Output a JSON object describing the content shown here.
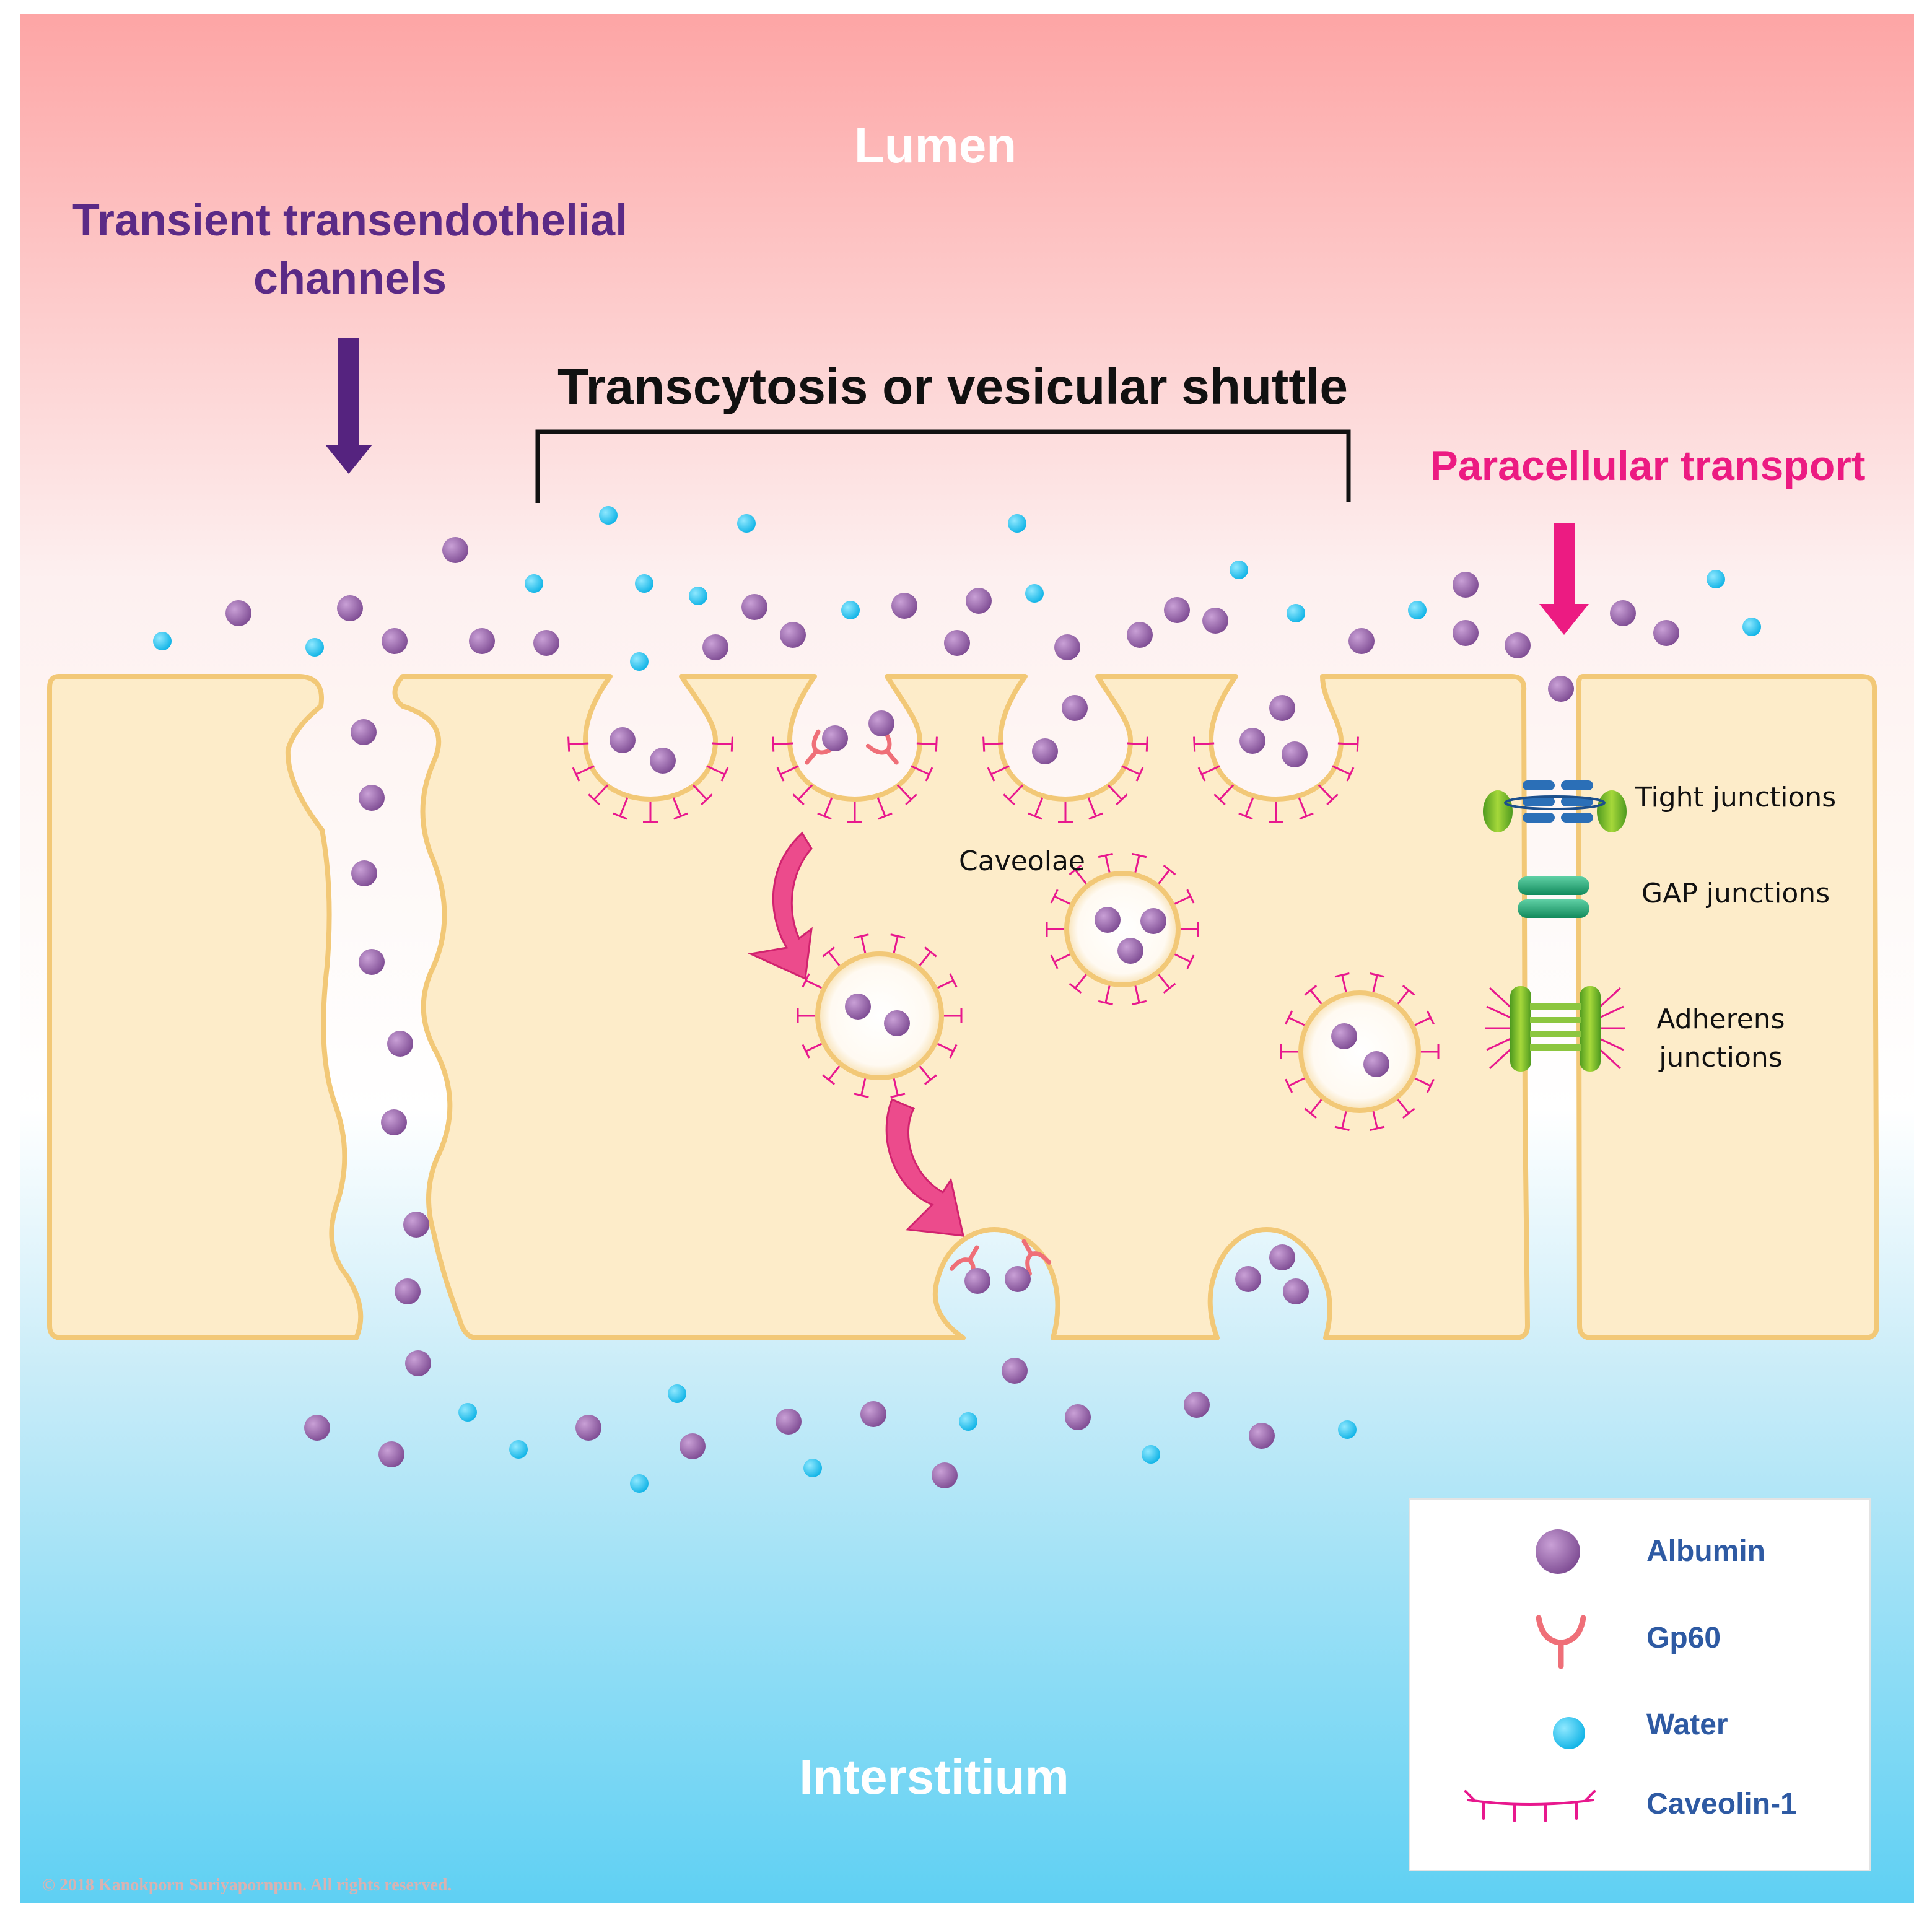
{
  "labels": {
    "lumen": "Lumen",
    "interstitium": "Interstitium",
    "transient_line1": "Transient transendothelial",
    "transient_line2": "channels",
    "transcytosis": "Transcytosis or vesicular shuttle",
    "paracellular": "Paracellular transport",
    "caveolae": "Caveolae",
    "tight_junctions": "Tight junctions",
    "gap_junctions": "GAP junctions",
    "adherens_line1": "Adherens",
    "adherens_line2": "junctions",
    "copyright": "© 2018 Kanokporn Suriyapornpun.  All rights reserved."
  },
  "legend": {
    "items": [
      {
        "icon": "albumin-icon",
        "label": "Albumin"
      },
      {
        "icon": "gp60-icon",
        "label": "Gp60"
      },
      {
        "icon": "water-icon",
        "label": "Water"
      },
      {
        "icon": "caveolin-icon",
        "label": "Caveolin-1"
      }
    ]
  },
  "colors": {
    "lumen_top": "#fda6a6",
    "interstitium_bottom": "#5ecff2",
    "cell_fill": "#fdecc9",
    "cell_stroke": "#f2c877",
    "albumin": "#9b62ad",
    "water": "#19c3ee",
    "gp60": "#ef6f78",
    "caveolin": "#e8188e",
    "arrow_purple": "#55237f",
    "arrow_pink": "#ec1b82",
    "legend_text": "#2e5aa3"
  }
}
